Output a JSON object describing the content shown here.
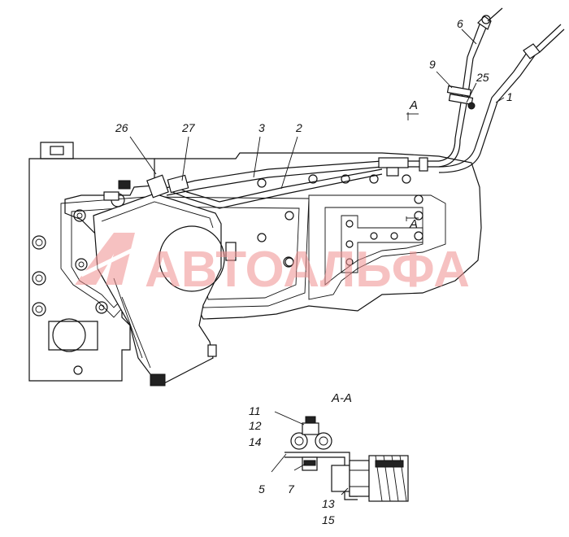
{
  "callouts": [
    "6",
    "9",
    "25",
    "1",
    "26",
    "27",
    "3",
    "2",
    "11",
    "12",
    "14",
    "5",
    "7",
    "13",
    "15"
  ],
  "section_marks": {
    "top": "A",
    "bottom": "A"
  },
  "section_title": "А-А",
  "watermark": {
    "text": "АВТОАЛЬФА",
    "color": "#ef8f8f"
  }
}
